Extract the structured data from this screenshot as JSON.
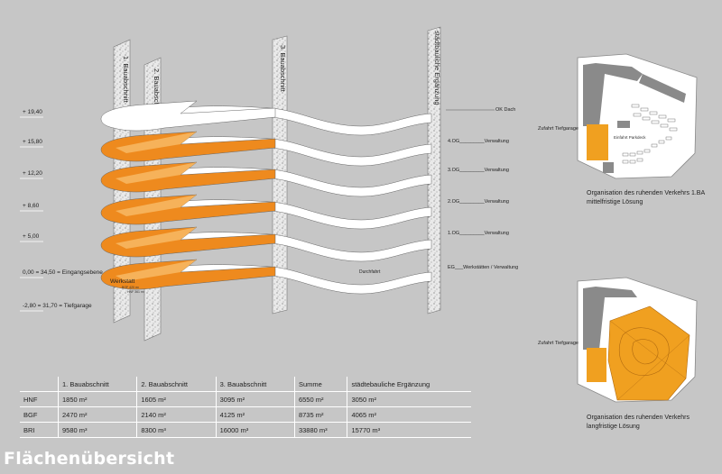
{
  "title": "Flächenübersicht",
  "levels": [
    {
      "label": "+ 19,40"
    },
    {
      "label": "+ 15,80"
    },
    {
      "label": "+ 12,20"
    },
    {
      "label": "+ 8,60"
    },
    {
      "label": "+ 5,00"
    },
    {
      "label": "0,00 = 34,50 = Eingangsebene"
    },
    {
      "label": "-2,80 = 31,70 = Tiefgarage"
    }
  ],
  "sections": [
    {
      "label": "1. Bauabschnitt"
    },
    {
      "label": "2. Bauabschnitt"
    },
    {
      "label": "3. Bauabschnitt"
    },
    {
      "label": "städtbauliche Ergänzung"
    }
  ],
  "floors": [
    {
      "label": "OK Dach"
    },
    {
      "label": "4.OG_________Verwaltung"
    },
    {
      "label": "3.OG_________Verwaltung"
    },
    {
      "label": "2.OG_________Verwaltung"
    },
    {
      "label": "1.OG_________Verwaltung"
    },
    {
      "label": "EG___Werkstätten / Verwaltung"
    }
  ],
  "diagram": {
    "werkstatt": "Werkstatt",
    "durchfahrt": "Durchfahrt",
    "small1": "BGF 420 m²",
    "small2": "HNF 361 m²"
  },
  "maps": [
    {
      "caption1": "Organisation des ruhenden Verkehrs 1.BA",
      "caption2": "mittelfristige Lösung",
      "entry": "Zufahrt Tiefgarage",
      "inner": "Einfahrt Parkdeck"
    },
    {
      "caption1": "Organisation des ruhenden Verkehrs",
      "caption2": "langfristige Lösung",
      "entry": "Zufahrt Tiefgarage"
    }
  ],
  "table": {
    "headers": [
      "",
      "1. Bauabschnitt",
      "2. Bauabschnitt",
      "3. Bauabschnitt",
      "Summe",
      "städtebauliche Ergänzung"
    ],
    "rows": [
      [
        "HNF",
        "1850 m²",
        "1605 m²",
        "3095 m²",
        "6550 m²",
        "3050 m²"
      ],
      [
        "BGF",
        "2470 m²",
        "2140 m²",
        "4125 m²",
        "8735 m²",
        "4065 m²"
      ],
      [
        "BRI",
        "9580 m³",
        "8300 m³",
        "16000 m³",
        "33880 m³",
        "15770 m³"
      ]
    ]
  },
  "colors": {
    "background": "#c6c6c6",
    "orange": "#ee8a1e",
    "orange_light": "#f6b25a",
    "white": "#ffffff",
    "building_gray": "#8a8a8a"
  }
}
